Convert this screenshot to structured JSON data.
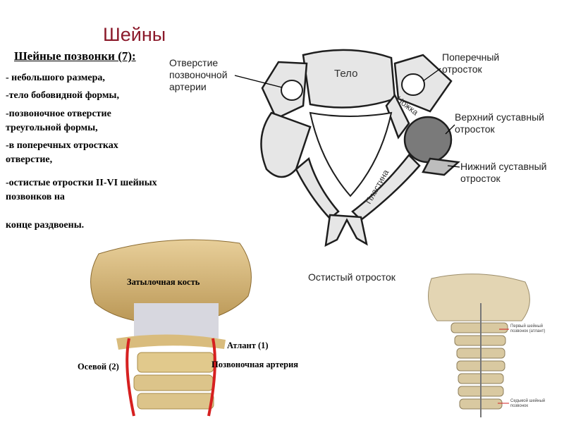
{
  "slide": {
    "title": "Шейны",
    "subtitle": "Шейные позвонки (7):",
    "bullets": [
      "-  небольшого размера,",
      "-тело бобовидной формы,",
      "-позвоночное отверстие треугольной формы,",
      "-в поперечных отростках отверстие,",
      "-остистые отростки II-VI шейных позвонков на",
      "конце раздвоены."
    ]
  },
  "vertebra_figure": {
    "label_body": "Тело",
    "label_pedicle": "Ножка",
    "label_lamina": "Пластина",
    "label_artery_foramen": "Отверстие позвоночной артерии",
    "label_transverse": "Поперечный отросток",
    "label_sup_articular": "Верхний суставный отросток",
    "label_inf_articular": "Нижний суставный отросток",
    "label_spinous": "Остистый отросток"
  },
  "skull_figure": {
    "label_occipital": "Затылочная кость",
    "label_atlas": "Атлант (1)",
    "label_axis": "Осевой (2)",
    "label_artery": "Позвоночная артерия"
  },
  "spine_figure": {
    "label_first": "Первый шейный позвонок (атлант)",
    "label_seventh": "Седьмой шейный позвонок"
  }
}
